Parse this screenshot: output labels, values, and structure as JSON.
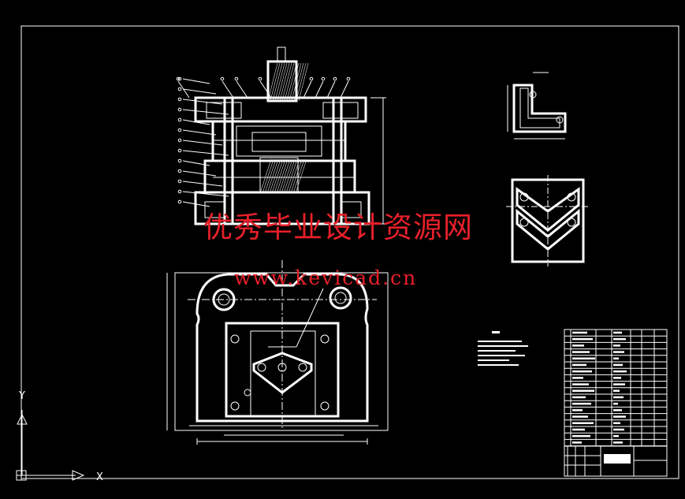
{
  "watermark": {
    "title_cn": "优秀毕业设计资源网",
    "url": "www.kevicad.cn"
  },
  "ucs": {
    "y_label": "Y",
    "x_label": "X"
  },
  "colors": {
    "background": "#000000",
    "lines": "#ffffff",
    "watermark": "#e8202a"
  }
}
